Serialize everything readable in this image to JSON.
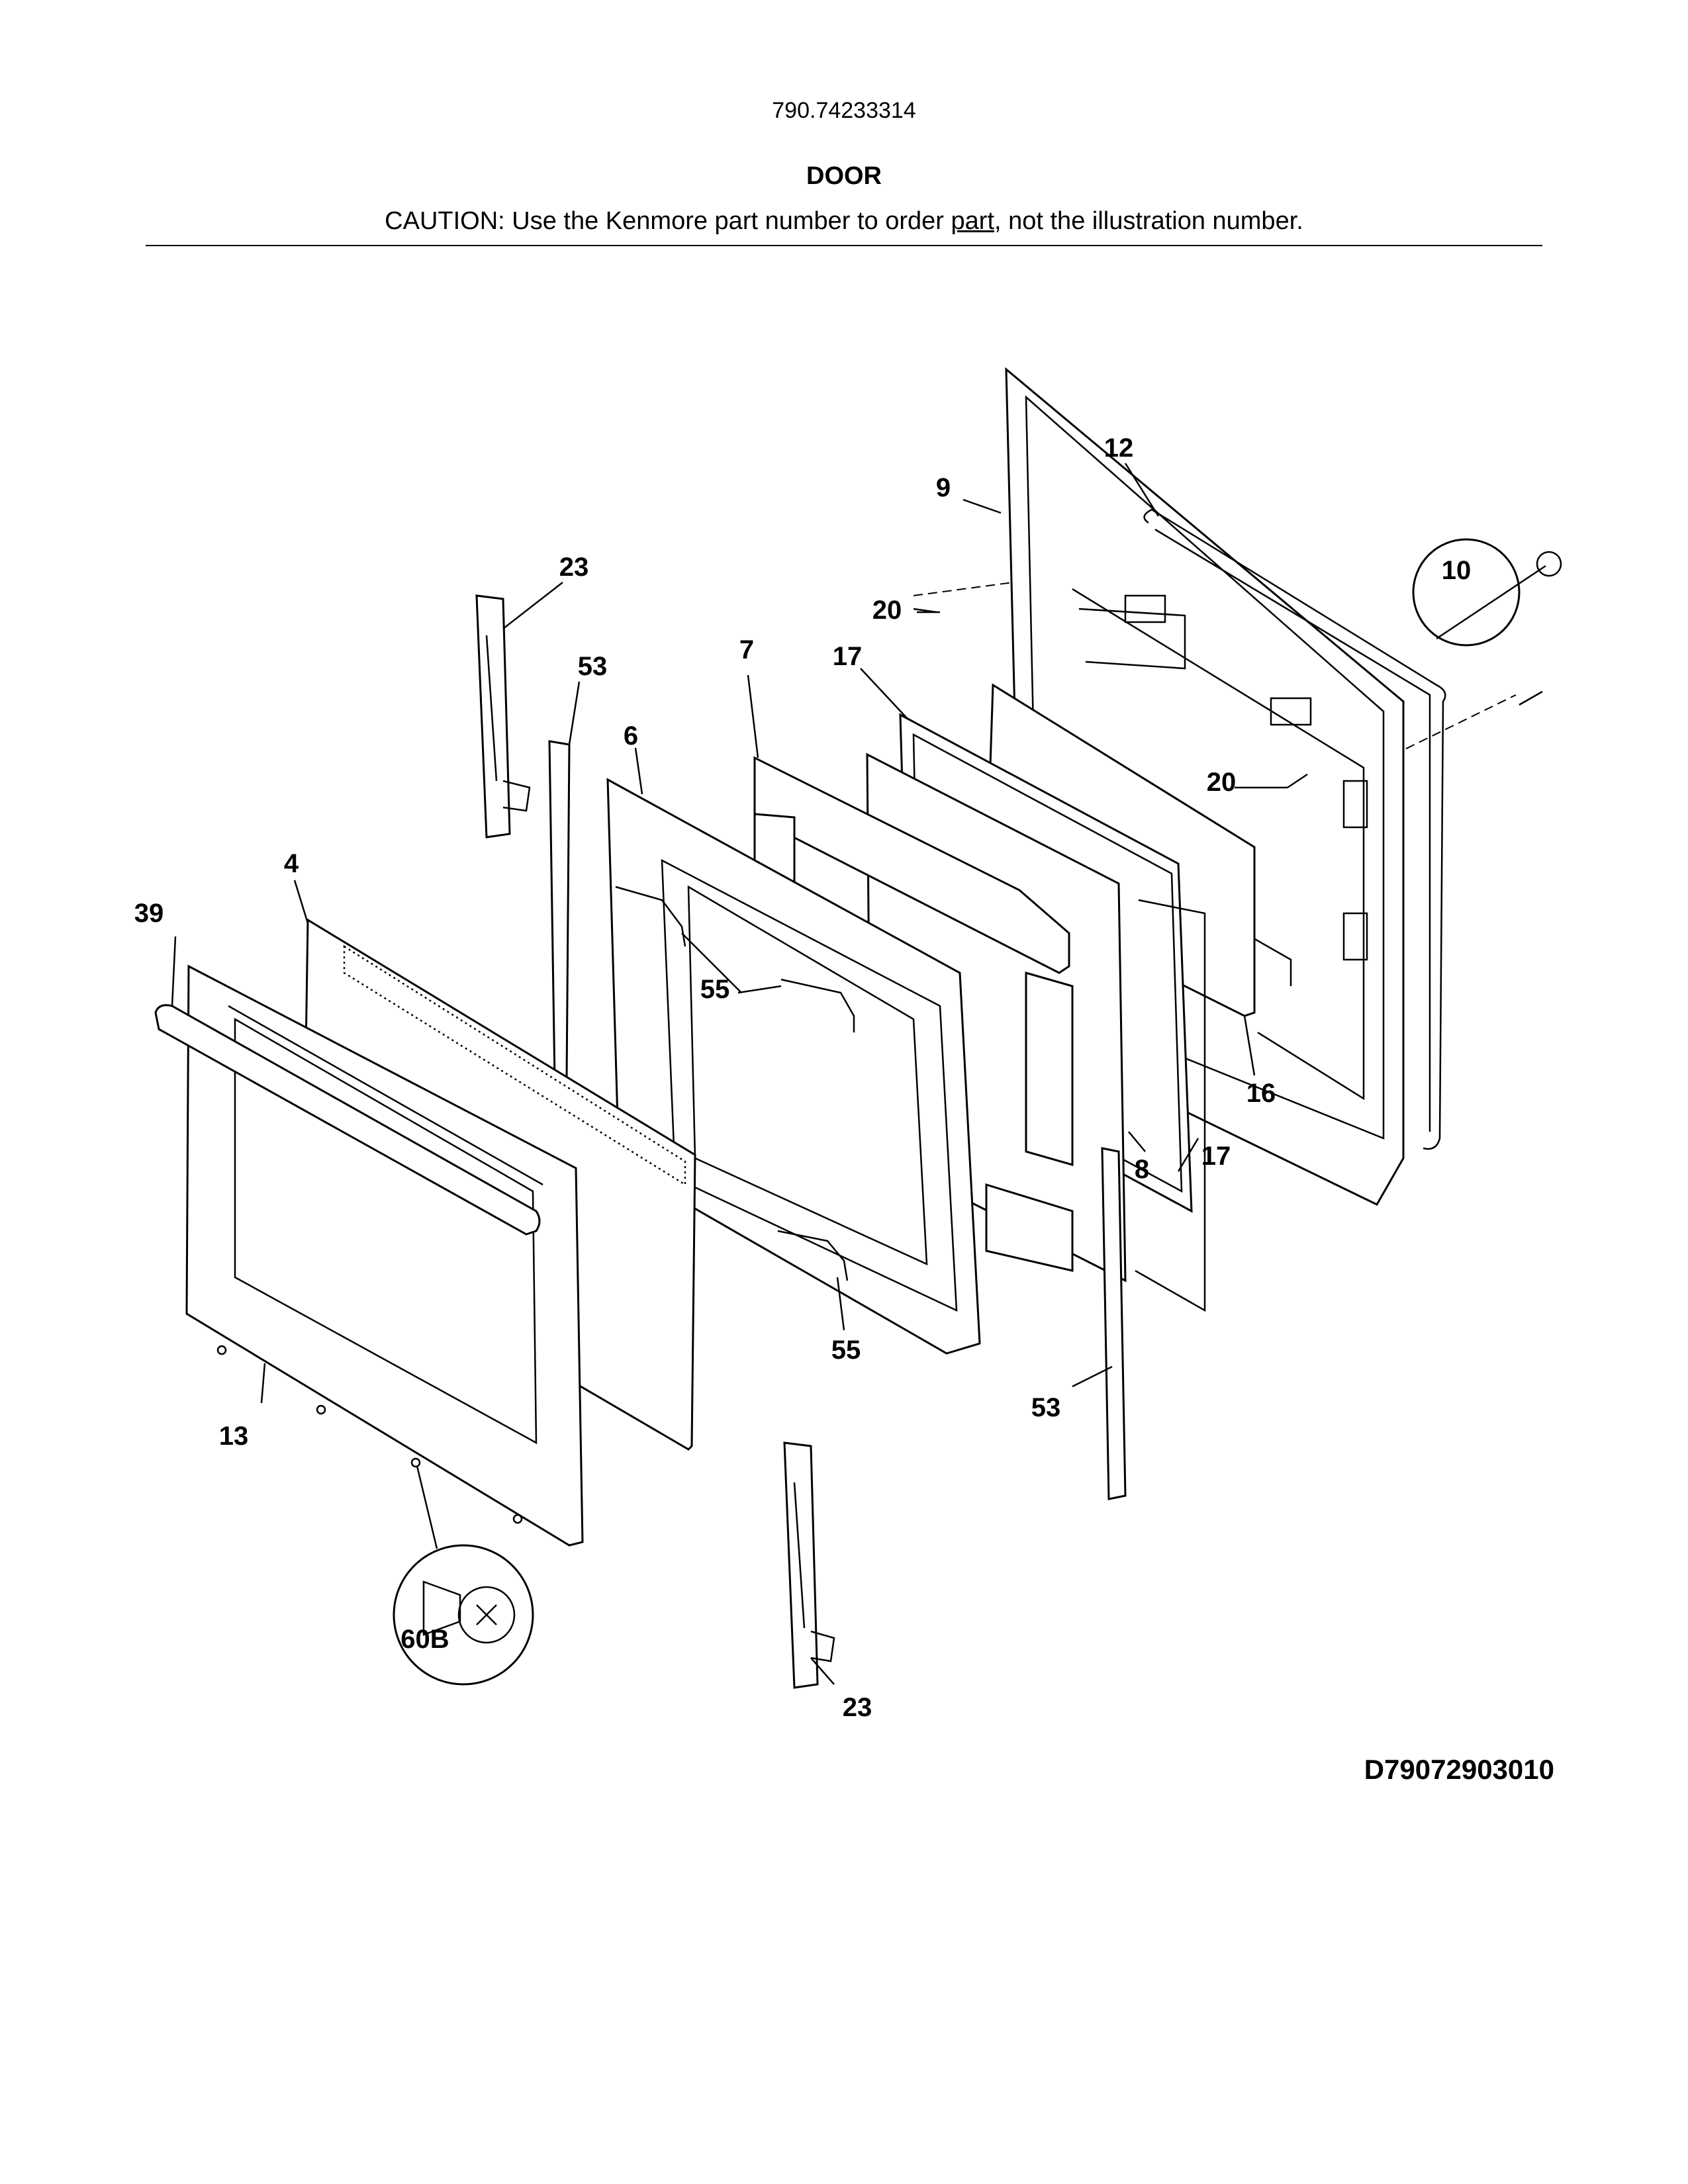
{
  "header": {
    "model_number": "790.74233314",
    "section_title": "DOOR",
    "caution_prefix": "CAUTION: Use the Kenmore part number to order ",
    "caution_underlined": "part",
    "caution_suffix": ", not the illustration number."
  },
  "drawing_code": "D79072903010",
  "callouts": {
    "c12": "12",
    "c9": "9",
    "c10": "10",
    "c23_top": "23",
    "c20_top": "20",
    "c53_top": "53",
    "c7": "7",
    "c17_top": "17",
    "c6": "6",
    "c20_right": "20",
    "c4": "4",
    "c39": "39",
    "c55_mid": "55",
    "c16": "16",
    "c8": "8",
    "c17_bottom": "17",
    "c55_bottom": "55",
    "c53_bottom": "53",
    "c13": "13",
    "c60b": "60B",
    "c23_bottom": "23"
  }
}
